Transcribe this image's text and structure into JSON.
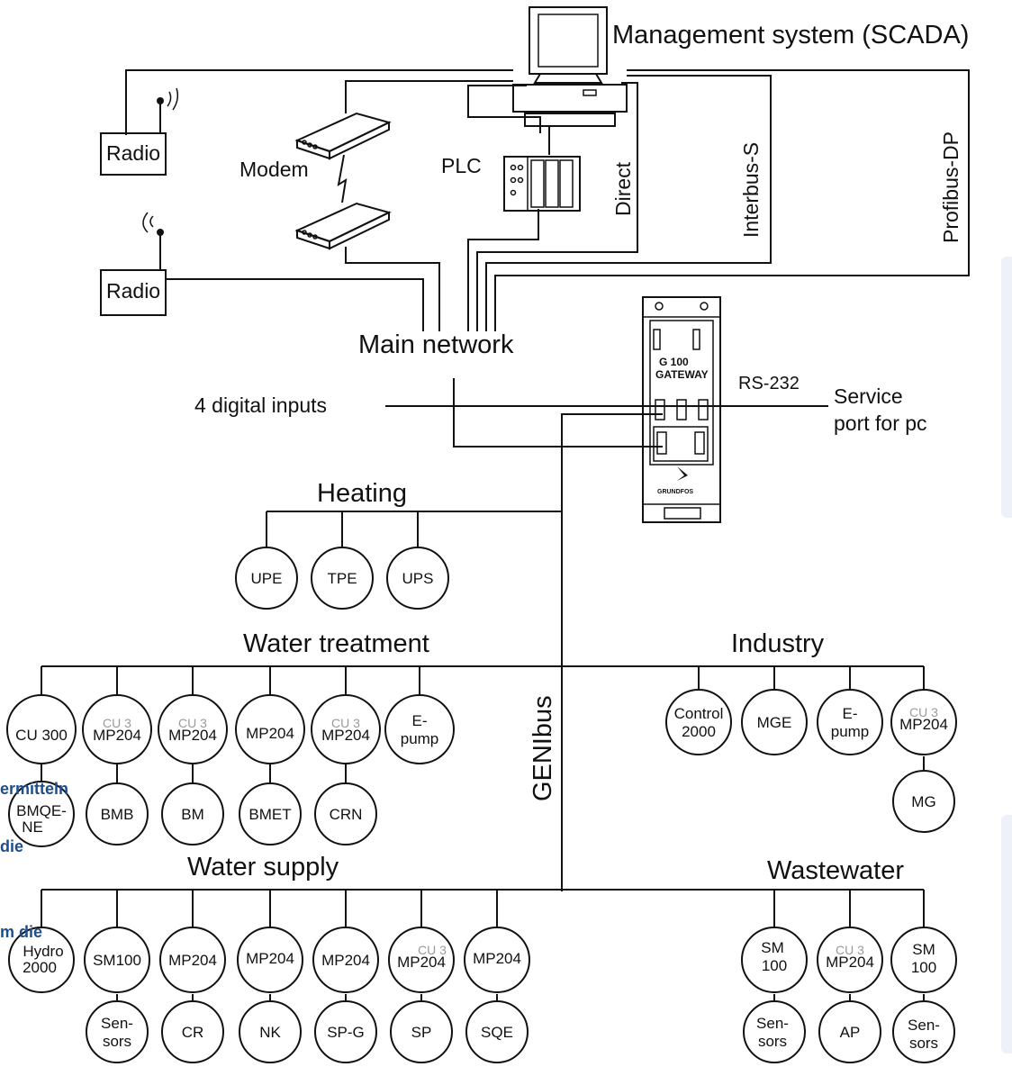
{
  "title": "Management system (SCADA)",
  "buses": {
    "profibus": "Profibus-DP",
    "interbus": "Interbus-S",
    "direct": "Direct",
    "main_network": "Main network",
    "genibus": "GENIbus",
    "rs232": "RS-232",
    "digital_inputs": "4 digital inputs",
    "service_port_l1": "Service",
    "service_port_l2": "port for pc"
  },
  "devices": {
    "radio_top": "Radio",
    "radio_bottom": "Radio",
    "modem": "Modem",
    "plc": "PLC",
    "gateway_l1": "G 100",
    "gateway_l2": "GATEWAY",
    "gateway_brand": "GRUNDFOS"
  },
  "groups": {
    "heating": "Heating",
    "water_treatment": "Water treatment",
    "industry": "Industry",
    "water_supply": "Water supply",
    "wastewater": "Wastewater"
  },
  "nodes": {
    "upe": "UPE",
    "tpe": "TPE",
    "ups": "UPS",
    "cu300": "CU 300",
    "wt_mp1": "MP204",
    "wt_mp2": "MP204",
    "wt_mp3": "MP204",
    "wt_mp4": "MP204",
    "wt_epump_l1": "E-",
    "wt_epump_l2": "pump",
    "bmqe_l1": "BMQE-",
    "bmqe_l2": "NE",
    "bmb": "BMB",
    "bm": "BM",
    "bmet": "BMET",
    "crn": "CRN",
    "control_l1": "Control",
    "control_l2": "2000",
    "mge": "MGE",
    "ind_epump_l1": "E-",
    "ind_epump_l2": "pump",
    "ind_mp": "MP204",
    "mg": "MG",
    "hydro_l1": "Hydro",
    "hydro_l2": "2000",
    "sm100": "SM100",
    "ws_mp1": "MP204",
    "ws_mp2": "MP204",
    "ws_mp3": "MP204",
    "ws_mp4": "MP204",
    "ws_mp5": "MP204",
    "ws_sensors_l1": "Sen-",
    "ws_sensors_l2": "sors",
    "cr": "CR",
    "nk": "NK",
    "spg": "SP-G",
    "sp": "SP",
    "sqe": "SQE",
    "ww_sm1_l1": "SM",
    "ww_sm1_l2": "100",
    "ww_mp": "MP204",
    "ww_sm2_l1": "SM",
    "ww_sm2_l2": "100",
    "ww_sensors1_l1": "Sen-",
    "ww_sensors1_l2": "sors",
    "ap": "AP",
    "ww_sensors2_l1": "Sen-",
    "ww_sensors2_l2": "sors"
  },
  "ghost_label": "CU 3",
  "overlay": {
    "frag1": "ermitteln",
    "frag2": "die",
    "frag3": "m die"
  },
  "colors": {
    "line": "#111111",
    "overlay_text": "#1f4e8c",
    "panel": "#eef2f8"
  }
}
